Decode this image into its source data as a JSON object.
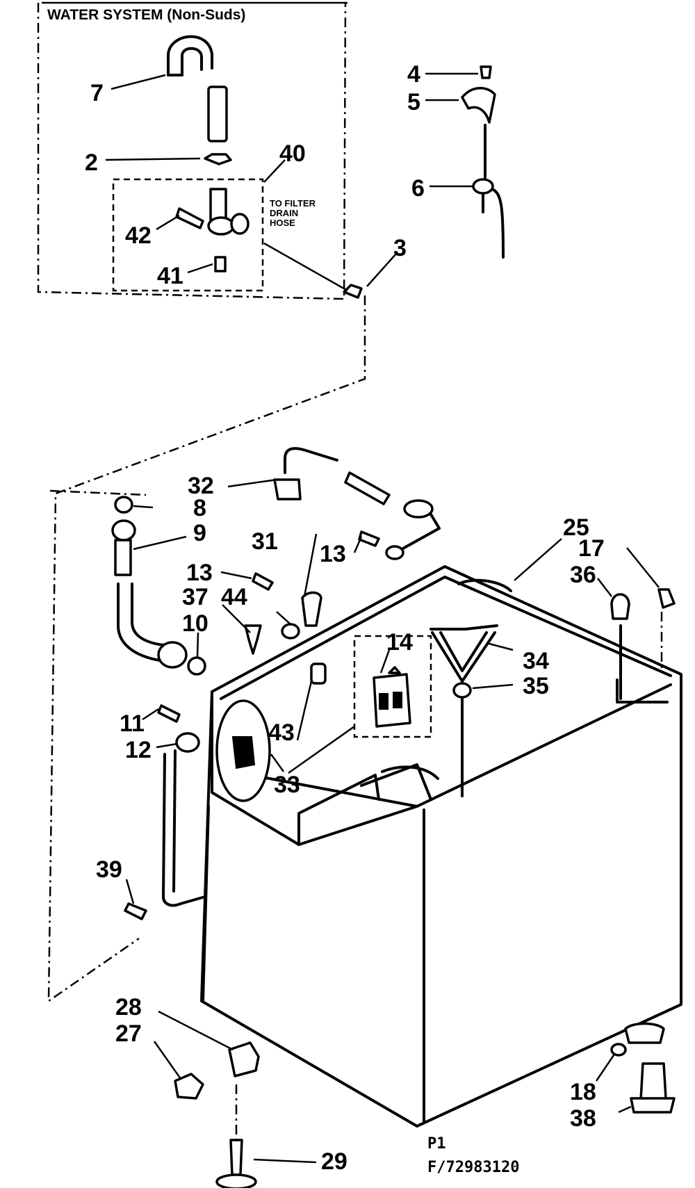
{
  "inset": {
    "title": "WATER SYSTEM (Non-Suds)",
    "note_line1": "TO FILTER",
    "note_line2": "DRAIN",
    "note_line3": "HOSE"
  },
  "callouts": {
    "c7": "7",
    "c2": "2",
    "c40": "40",
    "c42": "42",
    "c41": "41",
    "c4": "4",
    "c5": "5",
    "c6": "6",
    "c3": "3",
    "c32": "32",
    "c8": "8",
    "c9": "9",
    "c13a": "13",
    "c13b": "13",
    "c31": "31",
    "c25": "25",
    "c17": "17",
    "c36": "36",
    "c37": "37",
    "c44": "44",
    "c10": "10",
    "c14": "14",
    "c34": "34",
    "c35": "35",
    "c11": "11",
    "c12": "12",
    "c43": "43",
    "c33": "33",
    "c39": "39",
    "c28": "28",
    "c27": "27",
    "c29": "29",
    "c18": "18",
    "c38": "38"
  },
  "footer": {
    "page_code": "P1",
    "figure_code": "F/72983120"
  }
}
